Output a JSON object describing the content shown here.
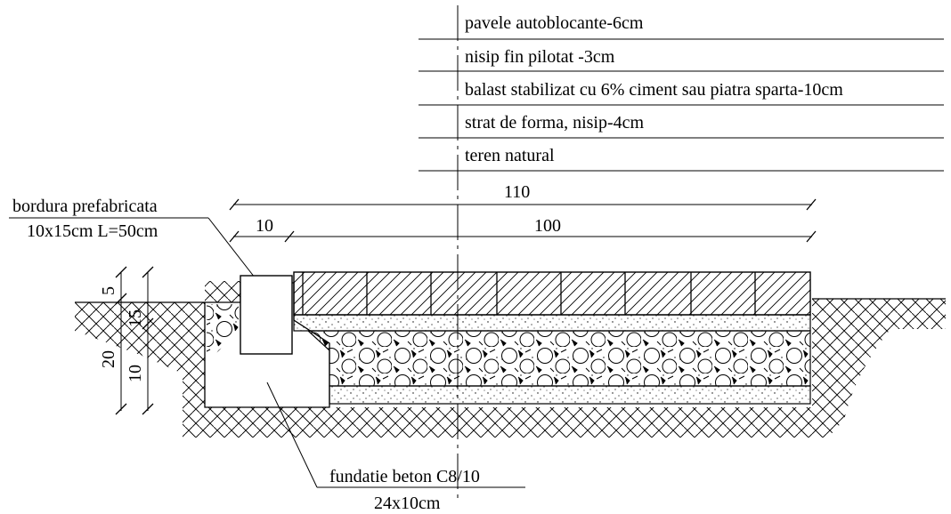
{
  "layers": [
    {
      "label": "pavele autoblocante-6cm"
    },
    {
      "label": "nisip fin pilotat -3cm"
    },
    {
      "label": "balast stabilizat cu 6% ciment sau piatra sparta-10cm"
    },
    {
      "label": "strat de forma, nisip-4cm"
    },
    {
      "label": "teren natural"
    }
  ],
  "curb": {
    "name": "bordura prefabricata",
    "size": "10x15cm L=50cm"
  },
  "foundation": {
    "name": "fundatie beton C8/10",
    "size": "24x10cm"
  },
  "dimensions": {
    "total_width": "110",
    "curb_width": "10",
    "paved_width": "100",
    "vertical": {
      "top_5": "5",
      "mid_15": "15",
      "total_20": "20",
      "base_10": "10"
    }
  },
  "colors": {
    "line": "#000000",
    "background": "#ffffff"
  }
}
